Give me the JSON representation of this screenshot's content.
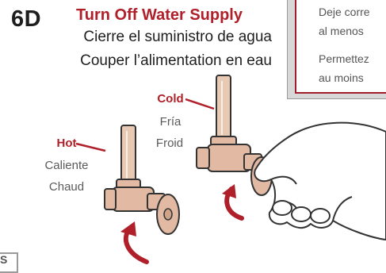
{
  "step": "6D",
  "title": {
    "en": "Turn Off Water Supply",
    "es": "Cierre el suministro de agua",
    "fr": "Couper l’alimentation en eau"
  },
  "note": {
    "line1": "Deje corre",
    "line2": "al menos",
    "line3": "Permettez",
    "line4": "au moins"
  },
  "labels": {
    "cold_en": "Cold",
    "cold_es": "Fría",
    "cold_fr": "Froid",
    "hot_en": "Hot",
    "hot_es": "Caliente",
    "hot_fr": "Chaud"
  },
  "corner_fragment": "S",
  "colors": {
    "accent": "#b0202a",
    "pipe": "#e8c9b4",
    "valve": "#e2b9a2",
    "outline": "#333333"
  },
  "icons": [
    "hot-valve-illustration",
    "cold-valve-illustration",
    "hand-illustration",
    "turn-arrow-icon"
  ]
}
